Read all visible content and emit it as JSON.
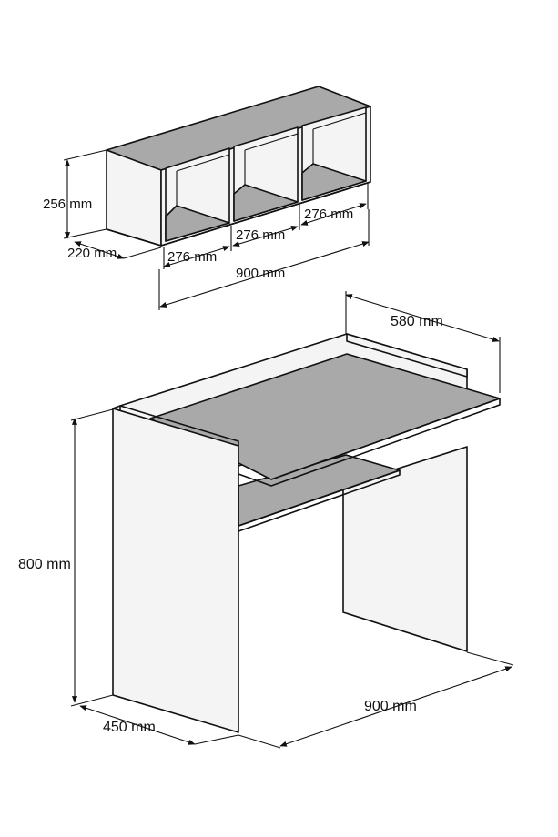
{
  "colors": {
    "line": "#111111",
    "panel_front": "#f4f4f4",
    "panel_top": "#a9a9a9",
    "background": "#ffffff"
  },
  "shelf_unit": {
    "height": "256 mm",
    "depth": "220 mm",
    "compartment_1": "276 mm",
    "compartment_2": "276 mm",
    "compartment_3": "276 mm",
    "width": "900 mm"
  },
  "desk": {
    "depth": "580 mm",
    "height": "800 mm",
    "side_depth": "450 mm",
    "width": "900 mm"
  }
}
